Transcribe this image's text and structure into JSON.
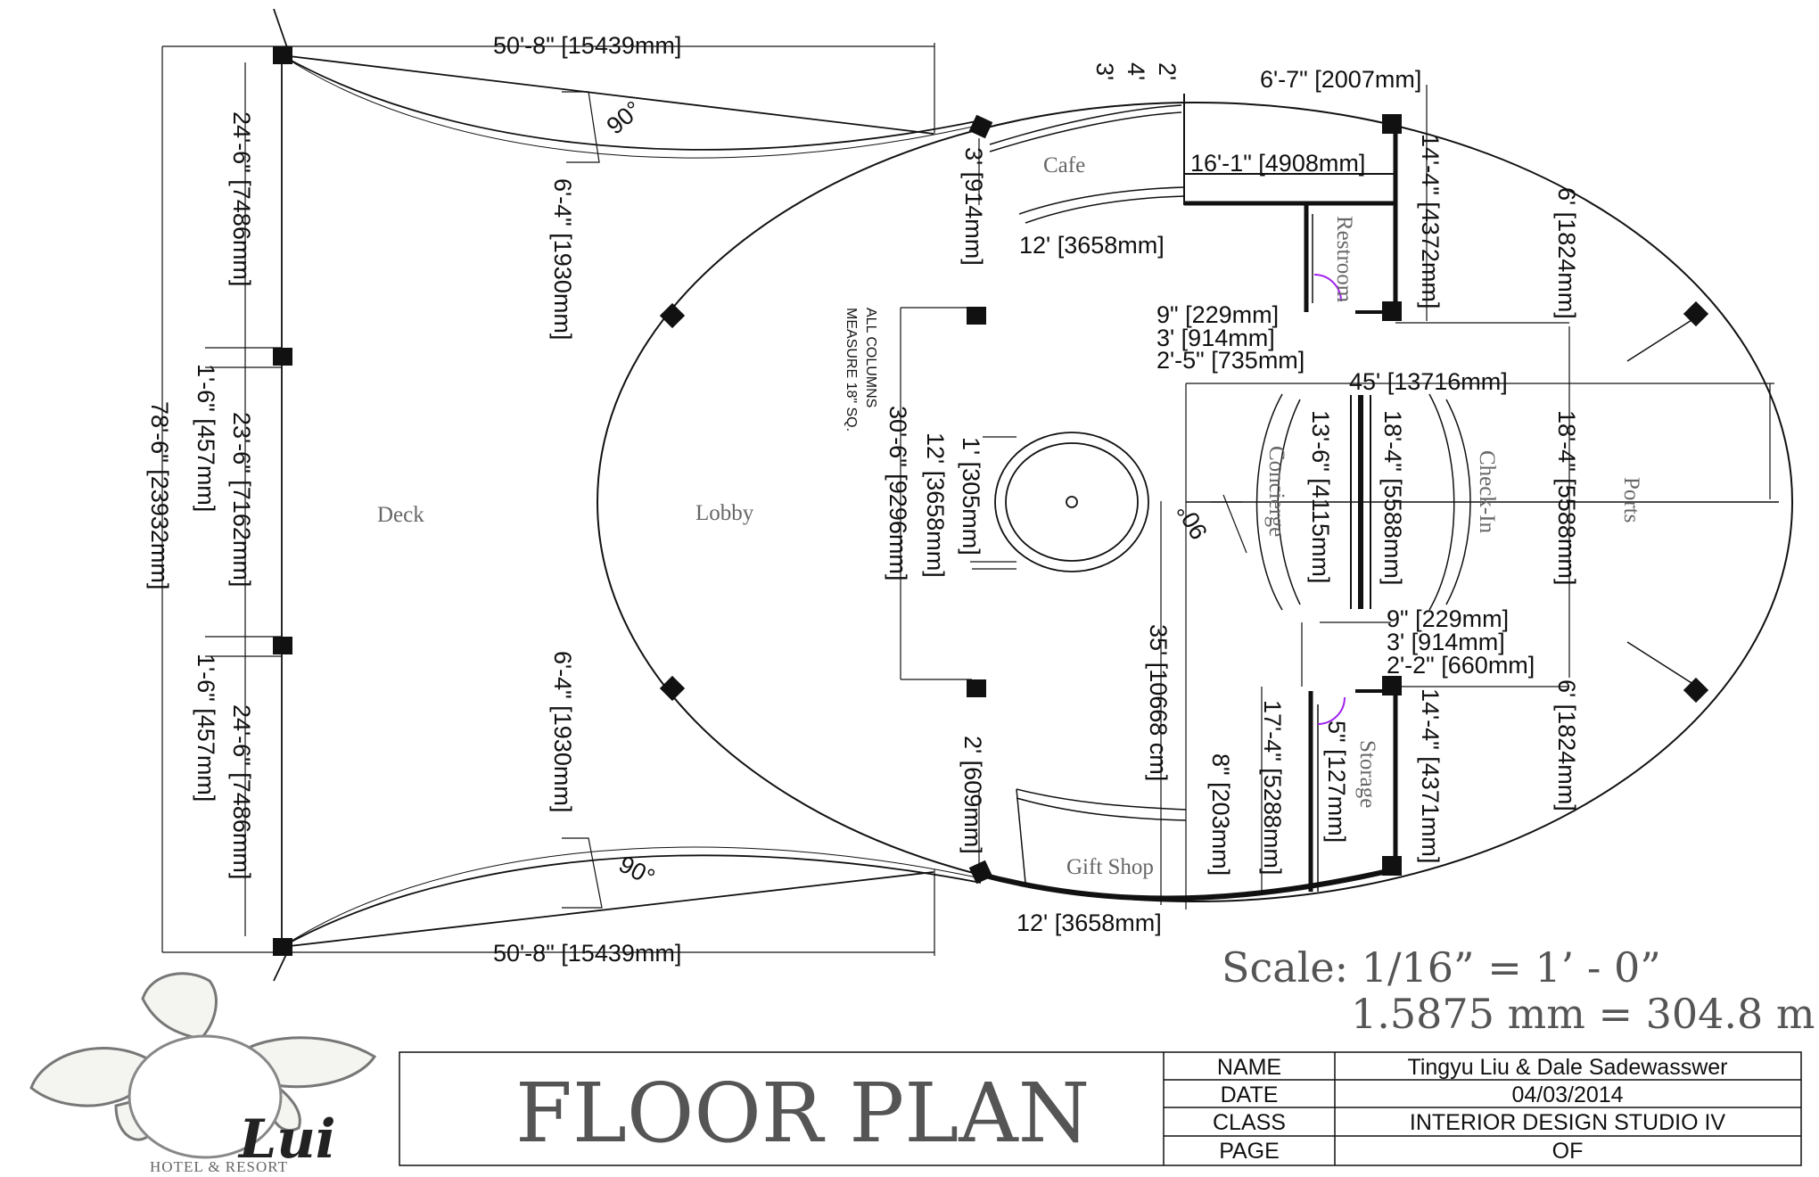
{
  "rooms": {
    "deck": "Deck",
    "lobby": "Lobby",
    "cafe": "Cafe",
    "restroom": "Restroom",
    "concierge": "Concierge",
    "check_in": "Check-In",
    "ports": "Ports",
    "storage": "Storage",
    "gift_shop": "Gift Shop"
  },
  "dimensions": {
    "top_length": "50'-8\" [15439mm]",
    "bottom_length": "50'-8\" [15439mm]",
    "overall_width": "78'-6\" [23932mm]",
    "left_upper_span": "24'-6\" [7486mm]",
    "left_mid_span": "23'-6\" [7162mm]",
    "left_lower_span": "24'-6\" [7486mm]",
    "left_post_upper": "1'-6\" [457mm]",
    "left_post_lower": "1'-6\" [457mm]",
    "deck_upper_depth": "6'-4\" [1930mm]",
    "deck_lower_depth": "6'-4\" [1930mm]",
    "angle_upper": "90°",
    "angle_lower": "90°",
    "angle_center": "90°",
    "cafe_top_3": "3'",
    "cafe_top_4": "4'",
    "cafe_top_2": "2'",
    "restroom_top": "6'-7\" [2007mm]",
    "cafe_wall": "16'-1\" [4908mm]",
    "cafe_side": "3' [914mm]",
    "cafe_counter": "12' [3658mm]",
    "restroom_height": "14'-4\" [4372mm]",
    "right_upper": "6' [1824mm]",
    "restroom_wall_thk": "9\" [229mm]",
    "restroom_door": "3' [914mm]",
    "restroom_offset": "2'-5\" [735mm]",
    "lobby_length": "45' [13716mm]",
    "concierge_len": "13'-6\" [4115mm]",
    "desk_len": "18'-4\" [5588mm]",
    "checkin_len": "18'-4\" [5588mm]",
    "columns_span": "30'-6\" [9296mm]",
    "fountain_inner": "1' [305mm]",
    "fountain_outer": "12' [3658mm]",
    "storage_wall_thk": "9\" [229mm]",
    "storage_door": "3' [914mm]",
    "storage_offset": "2'-2\" [660mm]",
    "right_lower": "6' [1824mm]",
    "storage_height": "14'-4\" [4371mm]",
    "storage_door_jamb": "5\" [127mm]",
    "giftshop_depth": "17'-4\" [5288mm]",
    "giftshop_wall": "8\" [203mm]",
    "lobby_depth": "35' [10668 cm]",
    "giftshop_side": "2' [609mm]",
    "giftshop_counter": "12' [3658mm]"
  },
  "notes": {
    "columns_line1": "ALL COLUMNS",
    "columns_line2": "MEASURE 18\" SQ."
  },
  "scale": {
    "line1": "Scale: 1/16” = 1’ - 0”",
    "line2": "1.5875 mm = 304.8 m"
  },
  "title": "FLOOR PLAN",
  "title_block": {
    "name_label": "NAME",
    "name_value": "Tingyu Liu & Dale Sadewasswer",
    "date_label": "DATE",
    "date_value": "04/03/2014",
    "class_label": "CLASS",
    "class_value": "INTERIOR DESIGN STUDIO IV",
    "page_label": "PAGE",
    "page_value": "OF"
  },
  "logo": {
    "script": "Lui",
    "subtitle": "HOTEL & RESORT"
  }
}
